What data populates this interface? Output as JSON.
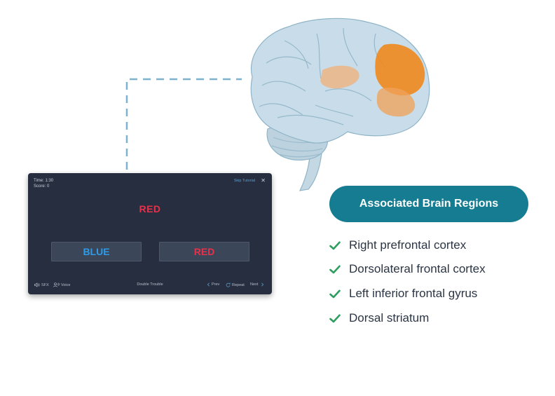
{
  "game": {
    "time_label": "Time: 1:30",
    "score_label": "Score: 0",
    "skip_label": "Skip Tutorial",
    "close_glyph": "✕",
    "stimulus_word": "RED",
    "stimulus_color": "#e8304a",
    "answers": [
      {
        "label": "BLUE",
        "color": "#2e9be6"
      },
      {
        "label": "RED",
        "color": "#e8304a"
      }
    ],
    "footer": {
      "sfx_label": "SFX",
      "voice_label": "Voice",
      "mode_label": "Double Trouble",
      "prev_label": "Prev",
      "repeat_label": "Repeat",
      "next_label": "Next"
    },
    "icons": [
      "speaker-icon",
      "voice-icon",
      "chevron-left-icon",
      "repeat-icon",
      "chevron-right-icon",
      "close-icon"
    ]
  },
  "regions": {
    "title": "Associated Brain Regions",
    "items": [
      "Right prefrontal cortex",
      "Dorsolateral frontal cortex",
      "Left inferior frontal gyrus",
      "Dorsal striatum"
    ],
    "check_color": "#2e9e5f",
    "title_bg": "#167c91"
  },
  "brain": {
    "highlight_color": "#ef8a22",
    "tissue_color": "#c8dde9"
  }
}
